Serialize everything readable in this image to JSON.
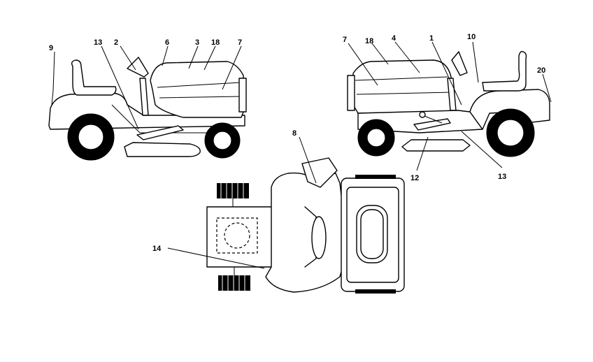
{
  "callouts": {
    "left_view": [
      "9",
      "13",
      "2",
      "6",
      "3",
      "18",
      "7"
    ],
    "right_view": [
      "7",
      "18",
      "4",
      "1",
      "10",
      "20",
      "12",
      "13"
    ],
    "top_view": [
      "8",
      "14"
    ]
  }
}
